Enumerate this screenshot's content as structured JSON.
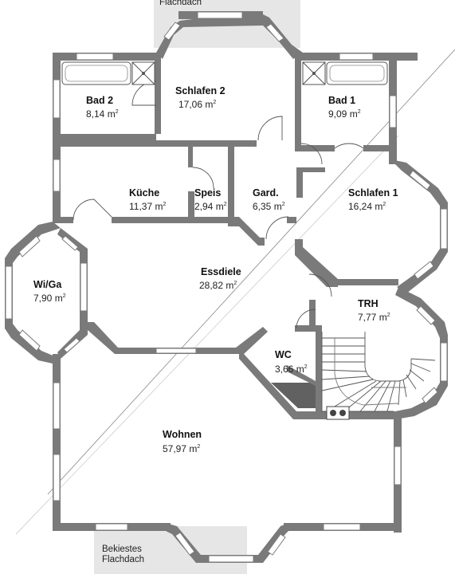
{
  "plan": {
    "top_label": "Flachdach",
    "bottom_label_line1": "Bekiestes",
    "bottom_label_line2": "Flachdach",
    "area_unit": "m",
    "area_unit_exp": "2"
  },
  "rooms": [
    {
      "key": "bad2",
      "name": "Bad 2",
      "area": "8,14 m"
    },
    {
      "key": "schlafen2",
      "name": "Schlafen 2",
      "area": "17,06 m"
    },
    {
      "key": "bad1",
      "name": "Bad 1",
      "area": "9,09 m"
    },
    {
      "key": "kueche",
      "name": "Küche",
      "area": "11,37 m"
    },
    {
      "key": "speis",
      "name": "Speis",
      "area": "2,94 m"
    },
    {
      "key": "gard",
      "name": "Gard.",
      "area": "6,35 m"
    },
    {
      "key": "schlafen1",
      "name": "Schlafen 1",
      "area": "16,24 m"
    },
    {
      "key": "wiga",
      "name": "Wi/Ga",
      "area": "7,90 m"
    },
    {
      "key": "essdiele",
      "name": "Essdiele",
      "area": "28,82 m"
    },
    {
      "key": "trh",
      "name": "TRH",
      "area": "7,77 m"
    },
    {
      "key": "wc",
      "name": "WC",
      "area": "3,66 m"
    },
    {
      "key": "wohnen",
      "name": "Wohnen",
      "area": "57,97 m"
    }
  ]
}
